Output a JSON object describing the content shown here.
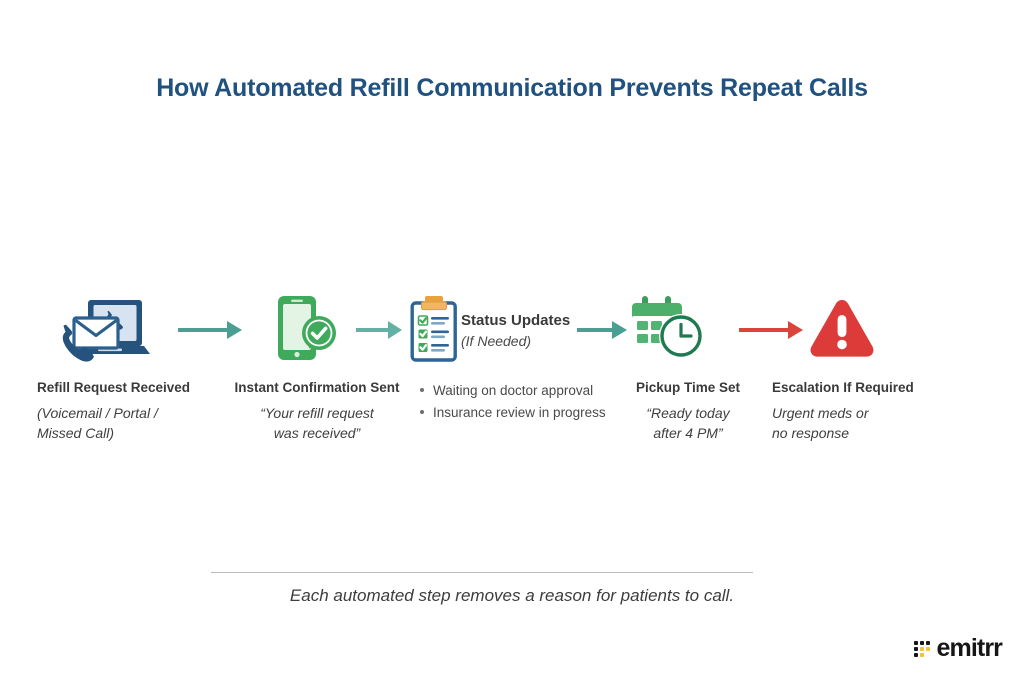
{
  "page": {
    "title": "How Automated Refill Communication Prevents Repeat Calls",
    "footnote": "Each automated step removes a reason for patients to call.",
    "title_color": "#21517f"
  },
  "steps": [
    {
      "id": "refill-request-received",
      "icon": "email-laptop-phone-icon",
      "heading": "Refill Request Received",
      "sub_line1": "(Voicemail / Portal /",
      "sub_line2": "Missed Call)",
      "color": "#23527c"
    },
    {
      "id": "instant-confirmation-sent",
      "icon": "phone-check-bubble-icon",
      "heading": "Instant Confirmation Sent",
      "sub_line1": "“Your refill request",
      "sub_line2": "was received”",
      "color": "#3aa655"
    },
    {
      "id": "status-updates",
      "icon": "clipboard-checklist-icon",
      "heading": "Status Updates",
      "sub_line1": "(If Needed)",
      "bullets": [
        "Waiting on doctor approval",
        "Insurance review in progress"
      ],
      "color": "#2e6da4"
    },
    {
      "id": "pickup-time-set",
      "icon": "calendar-clock-icon",
      "heading": "Pickup Time Set",
      "sub_line1": "“Ready today",
      "sub_line2": "after 4 PM”",
      "color": "#3aa655"
    },
    {
      "id": "escalation-if-required",
      "icon": "warning-triangle-icon",
      "heading": "Escalation If Required",
      "sub_line1": "Urgent meds or",
      "sub_line2": "no response",
      "color": "#d9443a"
    }
  ],
  "arrows": [
    {
      "id": "arrow-1",
      "color": "#4a9f92"
    },
    {
      "id": "arrow-2",
      "color": "#63b0a4"
    },
    {
      "id": "arrow-3",
      "color": "#4a9f92"
    },
    {
      "id": "arrow-4",
      "color": "#d9453a"
    }
  ],
  "logo": {
    "text": "emitrr",
    "dot_color": "#161616",
    "accent_color": "#f2c230"
  }
}
